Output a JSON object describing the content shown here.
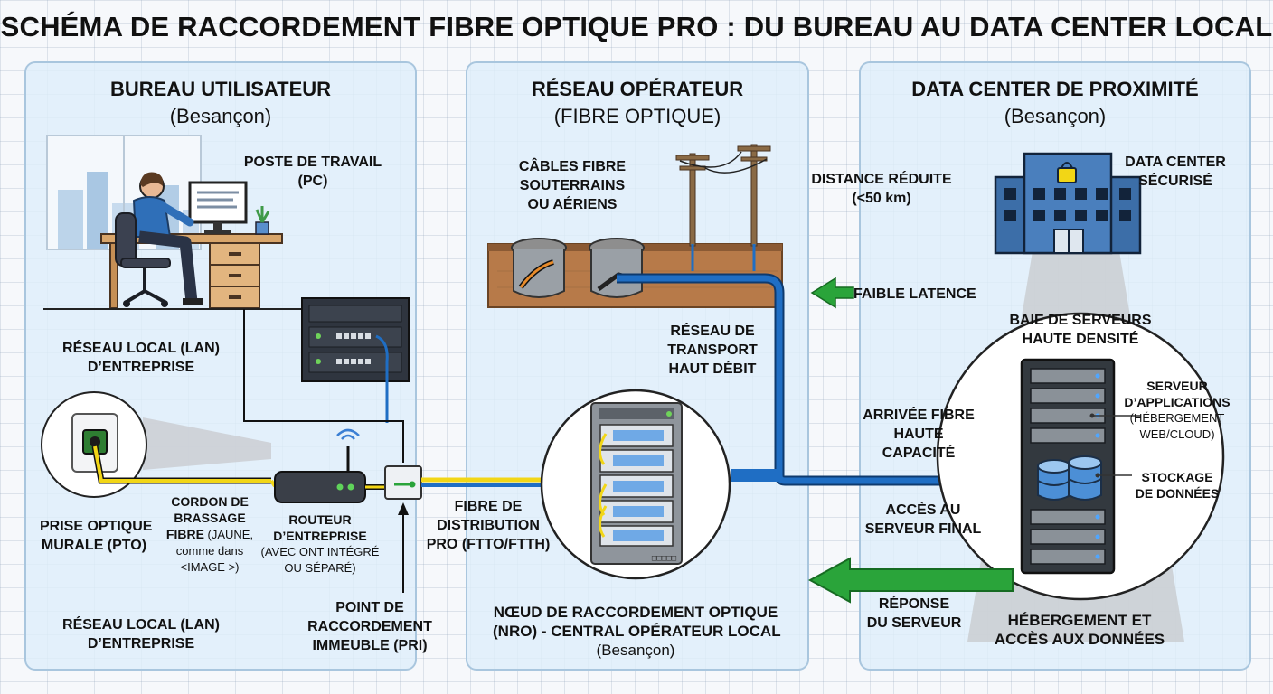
{
  "title": "SCHÉMA DE RACCORDEMENT FIBRE OPTIQUE PRO : DU BUREAU AU DATA CENTER LOCAL",
  "colors": {
    "fiber_yellow": "#f2d616",
    "fiber_blue": "#1f6ec4",
    "arrow_green": "#2aa43a",
    "panel_bg": "#e2eff9",
    "panel_border": "#a9c6de"
  },
  "panels": [
    {
      "title": "BUREAU UTILISATEUR",
      "subtitle": "(Besançon)"
    },
    {
      "title": "RÉSEAU OPÉRATEUR",
      "subtitle": "(FIBRE OPTIQUE)"
    },
    {
      "title": "DATA CENTER DE PROXIMITÉ",
      "subtitle": "(Besançon)"
    }
  ],
  "office": {
    "workstation": [
      "POSTE DE TRAVAIL",
      "(PC)"
    ],
    "lan_top": [
      "RÉSEAU LOCAL (LAN)",
      "D’ENTREPRISE"
    ],
    "lan_bottom": [
      "RÉSEAU LOCAL (LAN)",
      "D’ENTREPRISE"
    ],
    "pto": [
      "PRISE OPTIQUE",
      "MURALE (PTO)"
    ],
    "patch_cord": {
      "lines": [
        "CORDON DE",
        "BRASSAGE"
      ],
      "last_bold": "FIBRE",
      "last_note": " (JAUNE,",
      "note_lines": [
        "comme dans",
        "<IMAGE >)"
      ]
    },
    "router": {
      "lines": [
        "ROUTEUR",
        "D’ENTREPRISE"
      ],
      "note_lines": [
        "(AVEC ONT INTÉGRÉ",
        "OU SÉPARÉ)"
      ]
    },
    "pri": [
      "POINT DE",
      "RACCORDEMENT",
      "IMMEUBLE (PRI)"
    ]
  },
  "operator": {
    "cables": [
      "CÂBLES FIBRE",
      "SOUTERRAINS",
      "OU AÉRIENS"
    ],
    "transport": [
      "RÉSEAU DE",
      "TRANSPORT",
      "HAUT DÉBIT"
    ],
    "distribution": [
      "FIBRE DE",
      "DISTRIBUTION",
      "PRO (FTTO/FTTH)"
    ],
    "nro": {
      "lines": [
        "NŒUD DE RACCORDEMENT OPTIQUE",
        "(NRO) - CENTRAL OPÉRATEUR LOCAL"
      ],
      "city": "(Besançon)"
    }
  },
  "flow": {
    "distance": [
      "DISTANCE RÉDUITE",
      "(<50 km)"
    ],
    "latency": "FAIBLE LATENCE",
    "arrival": [
      "ARRIVÉE FIBRE",
      "HAUTE",
      "CAPACITÉ"
    ],
    "access": [
      "ACCÈS AU",
      "SERVEUR FINAL"
    ],
    "response": [
      "RÉPONSE",
      "DU SERVEUR"
    ]
  },
  "datacenter": {
    "secure": [
      "DATA CENTER",
      "SÉCURISÉ"
    ],
    "rack": [
      "BAIE DE SERVEURS",
      "HAUTE DENSITÉ"
    ],
    "app_server": {
      "lines": [
        "SERVEUR",
        "D’APPLICATIONS"
      ],
      "note_lines": [
        "(HÉBERGEMENT",
        "WEB/CLOUD)"
      ]
    },
    "storage": [
      "STOCKAGE",
      "DE DONNÉES"
    ],
    "hosting": [
      "HÉBERGEMENT ET",
      "ACCÈS AUX DONNÉES"
    ]
  }
}
